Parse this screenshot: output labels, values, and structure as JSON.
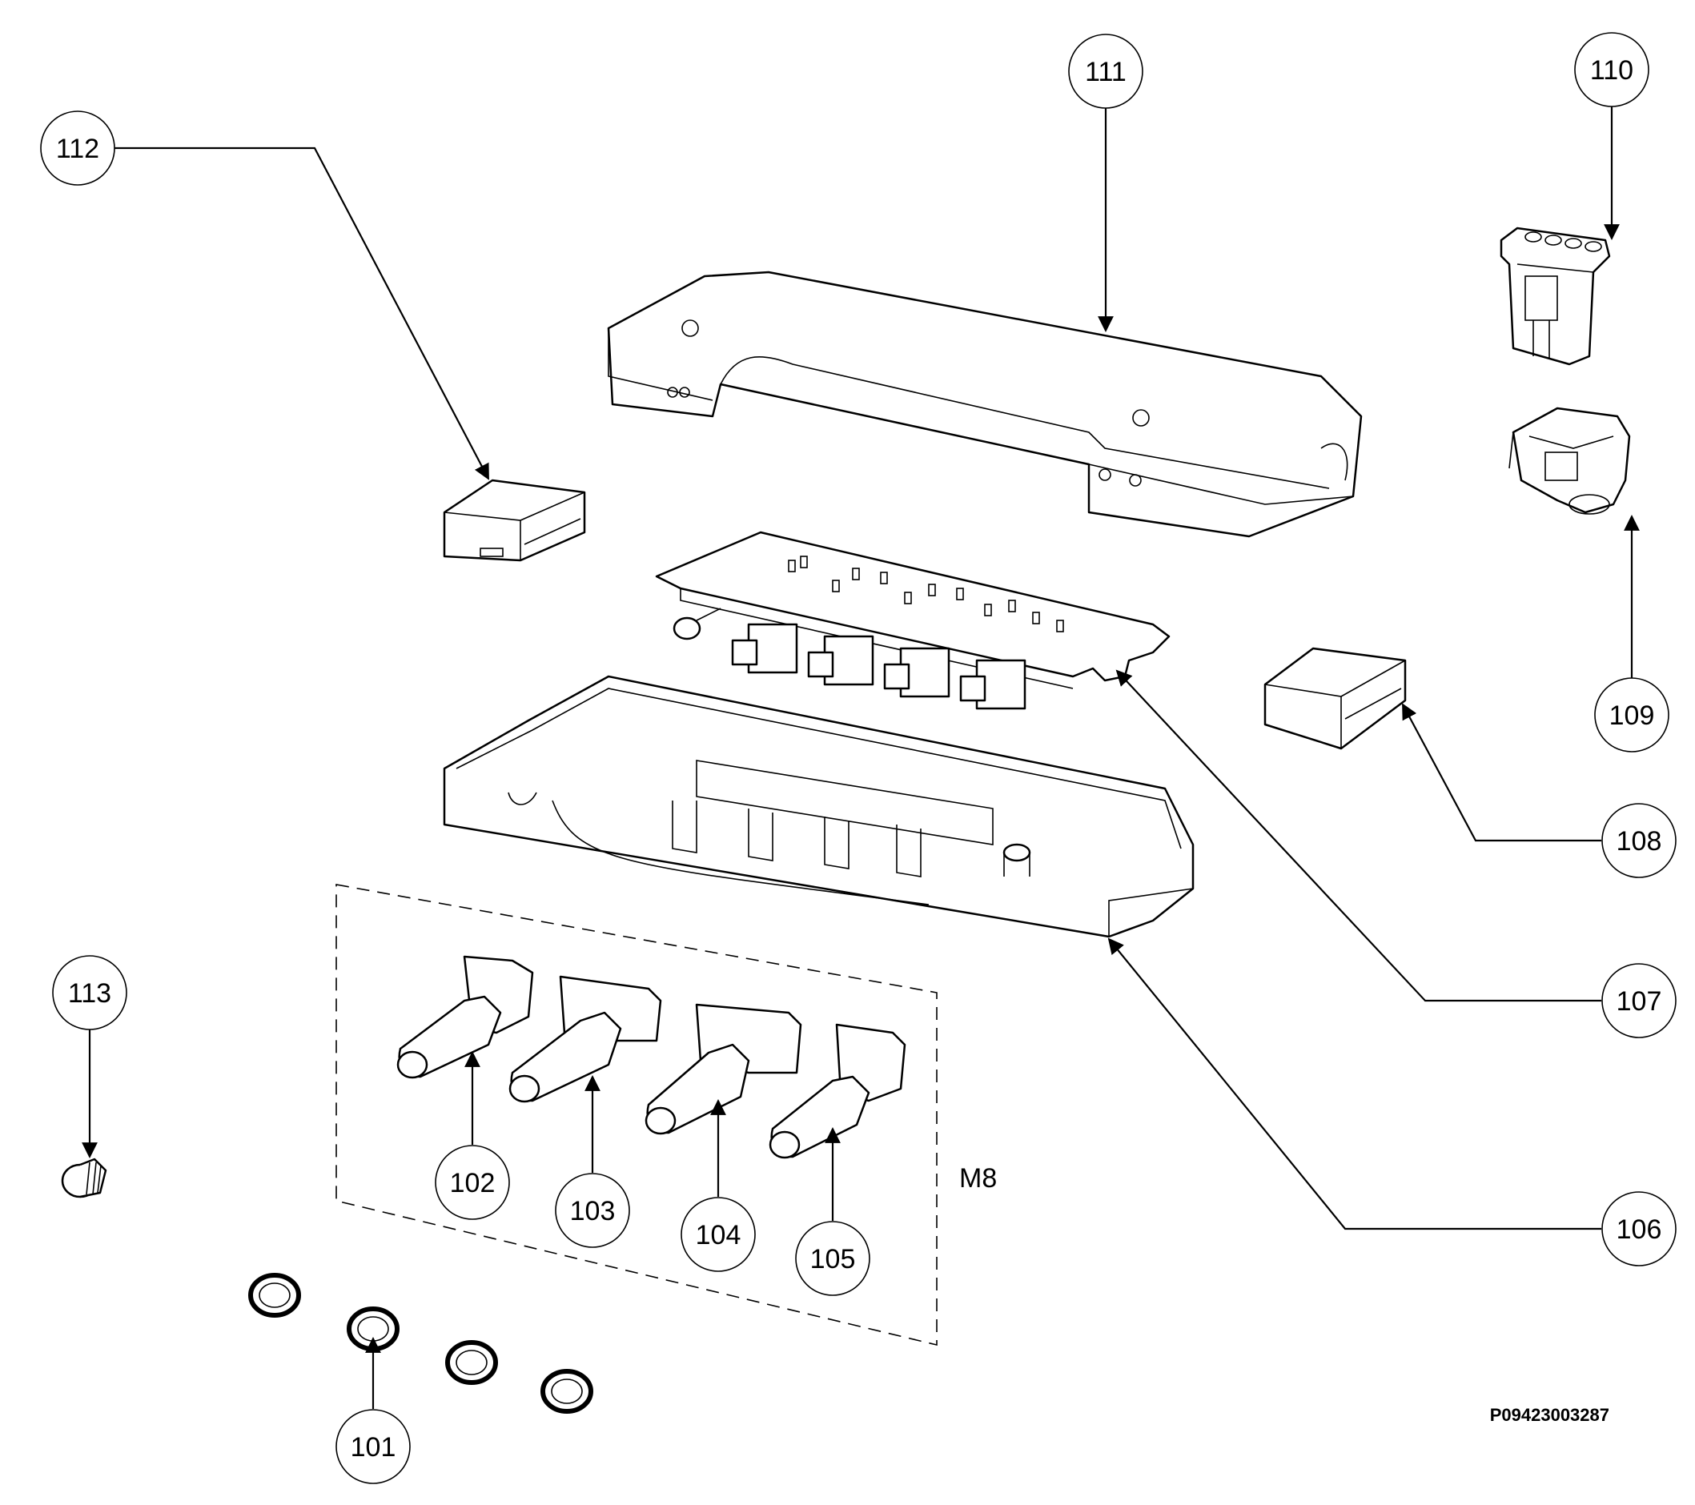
{
  "diagram": {
    "drawing_number": "P09423003287",
    "assembly_label": "M8",
    "callouts": [
      {
        "id": "101",
        "label": "101"
      },
      {
        "id": "102",
        "label": "102"
      },
      {
        "id": "103",
        "label": "103"
      },
      {
        "id": "104",
        "label": "104"
      },
      {
        "id": "105",
        "label": "105"
      },
      {
        "id": "106",
        "label": "106"
      },
      {
        "id": "107",
        "label": "107"
      },
      {
        "id": "108",
        "label": "108"
      },
      {
        "id": "109",
        "label": "109"
      },
      {
        "id": "110",
        "label": "110"
      },
      {
        "id": "111",
        "label": "111"
      },
      {
        "id": "112",
        "label": "112"
      },
      {
        "id": "113",
        "label": "113"
      }
    ]
  }
}
